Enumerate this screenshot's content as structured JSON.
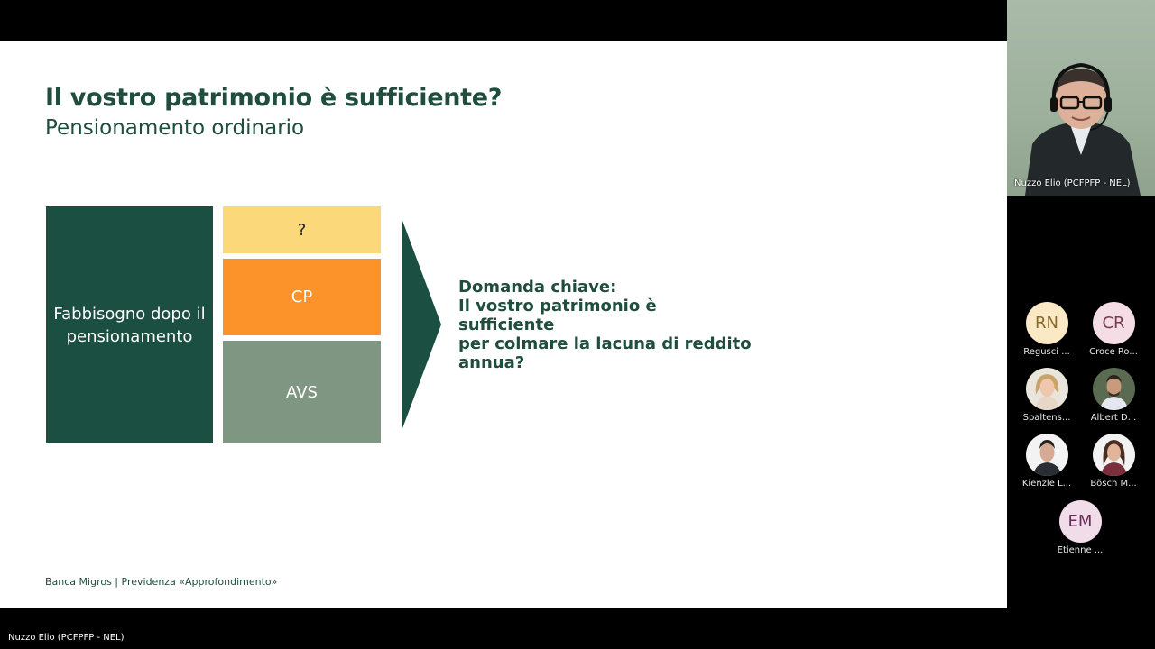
{
  "slide": {
    "title": "Il vostro patrimonio è sufficiente?",
    "subtitle": "Pensionamento ordinario",
    "need_block": "Fabbisogno dopo il pensionamento",
    "stack": {
      "unknown": "?",
      "cp": "CP",
      "avs": "AVS"
    },
    "key_question": {
      "line1": "Domanda chiave:",
      "line2": "Il vostro patrimonio è sufficiente",
      "line3": "per colmare la lacuna di reddito",
      "line4": "annua?"
    },
    "footer": "Banca Migros | Previdenza «Approfondimento»"
  },
  "colors": {
    "brand_green": "#1b4f41",
    "yellow": "#fbd97a",
    "orange": "#fb922a",
    "grey_green": "#7f9682"
  },
  "presenter": {
    "name": "Nuzzo Elio (PCFPFP - NEL)"
  },
  "participants": [
    {
      "initials": "RN",
      "name": "Regusci ..."
    },
    {
      "initials": "CR",
      "name": "Croce Ro..."
    },
    {
      "initials": "",
      "name": "Spaltens..."
    },
    {
      "initials": "",
      "name": "Albert D..."
    },
    {
      "initials": "",
      "name": "Kienzle L..."
    },
    {
      "initials": "",
      "name": "Bösch M..."
    },
    {
      "initials": "EM",
      "name": "Etienne ..."
    }
  ],
  "bottom_bar": {
    "speaker_name": "Nuzzo Elio (PCFPFP - NEL)"
  }
}
